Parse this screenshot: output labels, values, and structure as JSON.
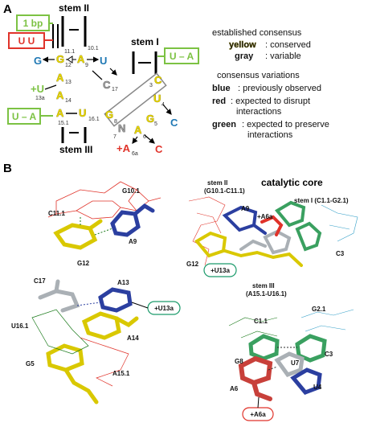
{
  "panels": {
    "a": "A",
    "b": "B"
  },
  "colors": {
    "yellow": "#e6d400",
    "gray": "#9a9a9a",
    "blue": "#1f78b4",
    "red": "#e0332a",
    "green": "#7cc243"
  },
  "diagram": {
    "stems": {
      "stem_i": "stem I",
      "stem_ii": "stem II",
      "stem_iii": "stem III"
    },
    "boxes": {
      "bp1": "1 bp",
      "uu": "U  U",
      "ua_top": "U – A",
      "ua_left": "U – A"
    },
    "nucleotides": {
      "g12": "G",
      "a9": "A",
      "a13": "A",
      "a14": "A",
      "u161": "U",
      "g8": "G",
      "c17": "C",
      "c3": "C",
      "u4": "U",
      "g5": "G",
      "a6": "A",
      "n7": "N",
      "g_blue": "G",
      "u_blue": "U",
      "c_blue": "C",
      "c_red": "C",
      "u13a": "+U",
      "a6a": "+A"
    },
    "numbers": {
      "n111": "11.1",
      "n101": "10.1",
      "n12": "12",
      "n9": "9",
      "n13": "13",
      "n14": "14",
      "n151": "15.1",
      "n161": "16.1",
      "n17": "17",
      "n8": "8",
      "n7": "7",
      "n6": "6",
      "n5": "5",
      "n4": "4",
      "n3": "3",
      "n13a": "13a",
      "n6a": "6a"
    }
  },
  "legend": {
    "established": "established consensus",
    "yellow_key": "yellow",
    "yellow_desc": ": conserved",
    "gray_key": "gray",
    "gray_desc": ": variable",
    "variations": "consensus variations",
    "blue_key": "blue",
    "blue_desc": ": previously observed",
    "red_key": "red",
    "red_desc1": ": expected to disrupt",
    "red_desc2": "interactions",
    "green_key": "green",
    "green_desc1": ": expected to preserve",
    "green_desc2": "interactions"
  },
  "structures": {
    "g10": "G10.1",
    "c11": "C11.1",
    "a9": "A9",
    "g12": "G12",
    "c17": "C17",
    "a13": "A13",
    "u13a": "+U13a",
    "u161": "U16.1",
    "a14": "A14",
    "g5": "G5",
    "a151": "A15.1",
    "core_title": "catalytic core",
    "stem_ii": "stem II",
    "stem_ii_sub": "(G10.1-C11.1)",
    "stem_i": "stem I (C1.1-G2.1)",
    "a9b": "A9",
    "a6a": "+A6a",
    "c3": "C3",
    "g12b": "G12",
    "u13a_b": "+U13a",
    "stem_iii": "stem III",
    "stem_iii_sub": "(A15.1-U16.1)",
    "c11b": "C1.1",
    "g21": "G2.1",
    "g8": "G8",
    "u7": "U7",
    "c3b": "C3",
    "a6": "A6",
    "u4": "U4",
    "a6a_b": "+A6a"
  }
}
